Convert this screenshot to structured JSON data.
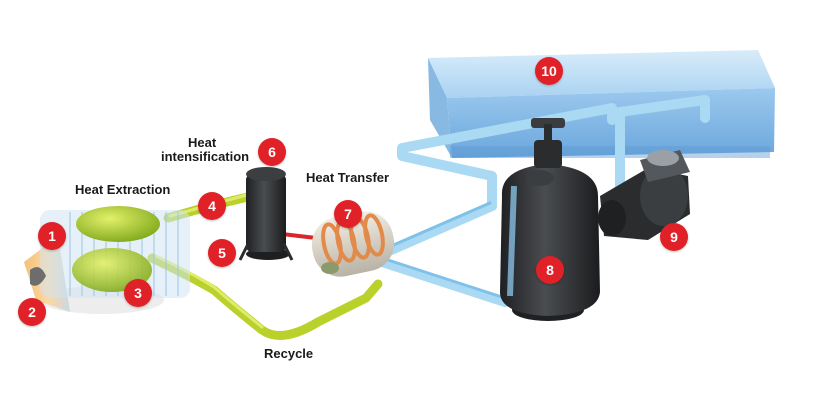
{
  "labels": {
    "heat_extraction": "Heat Extraction",
    "heat_intensification_line1": "Heat",
    "heat_intensification_line2": "intensification",
    "heat_transfer": "Heat Transfer",
    "recycle": "Recycle"
  },
  "markers": [
    "1",
    "2",
    "3",
    "4",
    "5",
    "6",
    "7",
    "8",
    "9",
    "10"
  ],
  "colors": {
    "marker": "#e02128",
    "pool_water": "#7fb8e6",
    "water_pipe": "#9ed3f2",
    "refrigerant_pipe": "#b9d12a",
    "equipment_dark": "#2f3133",
    "heat_exchanger_coil": "#e28a4a"
  }
}
